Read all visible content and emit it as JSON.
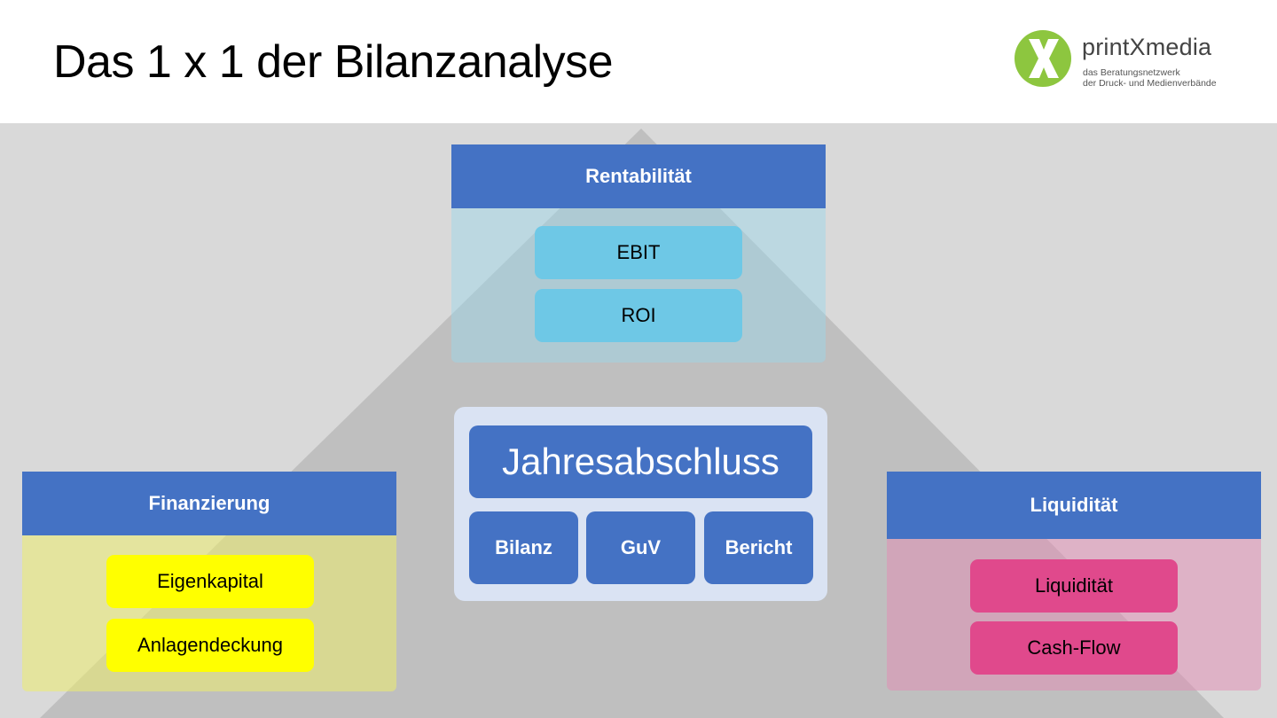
{
  "header": {
    "title": "Das 1 x 1 der Bilanzanalyse",
    "logo": {
      "name": "printXmedia",
      "tagline_1": "das Beratungsnetzwerk",
      "tagline_2": "der Druck- und Medienverbände",
      "icon": "x-circle-logo-icon",
      "color": "#8dc63f"
    }
  },
  "colors": {
    "heading_blue": "#4472c4",
    "center_panel": "#dae3f3",
    "top_pill": "#6ec8e6",
    "left_pill": "#ffff00",
    "right_pill": "#e0498c",
    "background": "#d9d9d9",
    "pyramid": "#bfbfbf"
  },
  "diagram": {
    "top": {
      "heading": "Rentabilität",
      "items": [
        "EBIT",
        "ROI"
      ]
    },
    "left": {
      "heading": "Finanzierung",
      "items": [
        "Eigenkapital",
        "Anlagendeckung"
      ]
    },
    "right": {
      "heading": "Liquidität",
      "items": [
        "Liquidität",
        "Cash-Flow"
      ]
    },
    "center": {
      "title": "Jahresabschluss",
      "parts": [
        "Bilanz",
        "GuV",
        "Bericht"
      ]
    }
  }
}
